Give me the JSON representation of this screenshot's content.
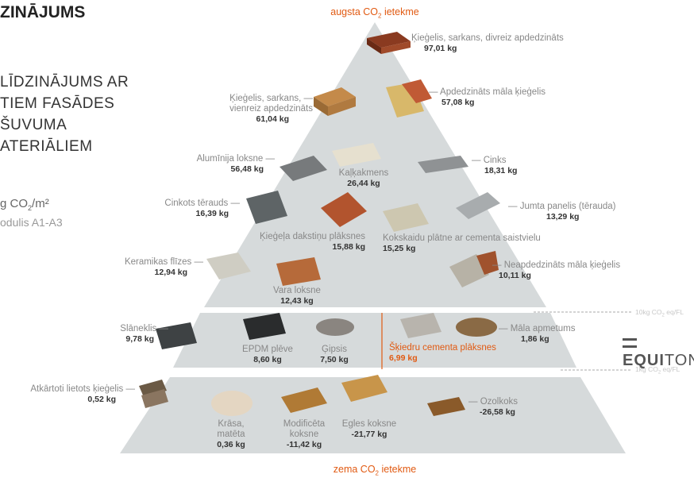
{
  "title_fragment": "ZINĀJUMS",
  "subtitle_lines": [
    "LĪDZINĀJUMS AR",
    "TIEM FASĀDES",
    "ŠUVUMA",
    "ATERIĀLIEM"
  ],
  "unit_prefix": "g CO",
  "unit_suffix": "/m²",
  "unit_sub": "2",
  "module_note": "odulis A1-A3",
  "top_label": {
    "text": "augsta CO",
    "sub": "2",
    "rest": " ietekme"
  },
  "bottom_label": {
    "text": "zema CO",
    "sub": "2",
    "rest": " ietekme"
  },
  "scale_10": {
    "text": "10kg CO",
    "sub": "2",
    "rest": " eq/FL"
  },
  "scale_1": {
    "text": "1kg CO",
    "sub": "2",
    "rest": " eq/FL"
  },
  "brand": {
    "part1": "EQUI",
    "part2": "TONE"
  },
  "colors": {
    "accent": "#e15a12",
    "pyramid": "#d6dadb",
    "value": "#333333",
    "label": "#888888"
  },
  "items": {
    "kiegelis_divreiz": {
      "label": "Ķieģelis, sarkans, divreiz apdedzināts",
      "value": "97,01 kg"
    },
    "kiegelis_vienreiz": {
      "label1": "Ķieģelis, sarkans, —",
      "label2": "vienreiz apdedzināts",
      "value": "61,04 kg"
    },
    "apdedzinats_mala": {
      "label": "— Apdedzināts māla ķieģelis",
      "value": "57,08 kg"
    },
    "aluminija": {
      "label": "Alumīnija loksne —",
      "value": "56,48 kg"
    },
    "kalkakmens": {
      "label": "Kaļķakmens",
      "value": "26,44 kg"
    },
    "cinks": {
      "label": "— Cinks",
      "value": "18,31 kg"
    },
    "cinkots": {
      "label": "Cinkots tērauds —",
      "value": "16,39 kg"
    },
    "jumta": {
      "label": "— Jumta panelis (tērauda)",
      "value": "13,29 kg"
    },
    "dakstinu": {
      "label": "Ķieģeļa dakstiņu plāksnes",
      "value": "15,88 kg"
    },
    "kokskaidu": {
      "label": "Kokskaidu plātne ar cementa saistvielu",
      "value": "15,25 kg"
    },
    "keramikas": {
      "label": "Keramikas flīzes —",
      "value": "12,94 kg"
    },
    "vara": {
      "label": "Vara loksne",
      "value": "12,43 kg"
    },
    "neapdedzinats": {
      "label": "— Neapdedzināts māla ķieģelis",
      "value": "10,11 kg"
    },
    "slaneklis": {
      "label": "Slāneklis —",
      "value": "9,78 kg"
    },
    "epdm": {
      "label": "EPDM plēve",
      "value": "8,60 kg"
    },
    "gipsis": {
      "label": "Ģipsis",
      "value": "7,50 kg"
    },
    "skiedru": {
      "label": "Šķiedru cementa plāksnes",
      "value": "6,99 kg"
    },
    "mala_apmetums": {
      "label": "— Māla apmetums",
      "value": "1,86 kg"
    },
    "atkartoti": {
      "label": "Atkārtoti lietots ķieģelis —",
      "value": "0,52 kg"
    },
    "krasa": {
      "label1": "Krāsa,",
      "label2": "matēta",
      "value": "0,36 kg"
    },
    "modificeta": {
      "label1": "Modificēta",
      "label2": "koksne",
      "value": "-11,42 kg"
    },
    "egles": {
      "label": "Egles koksne",
      "value": "-21,77 kg"
    },
    "ozolkoks": {
      "label": "— Ozolkoks",
      "value": "-26,58 kg"
    }
  }
}
